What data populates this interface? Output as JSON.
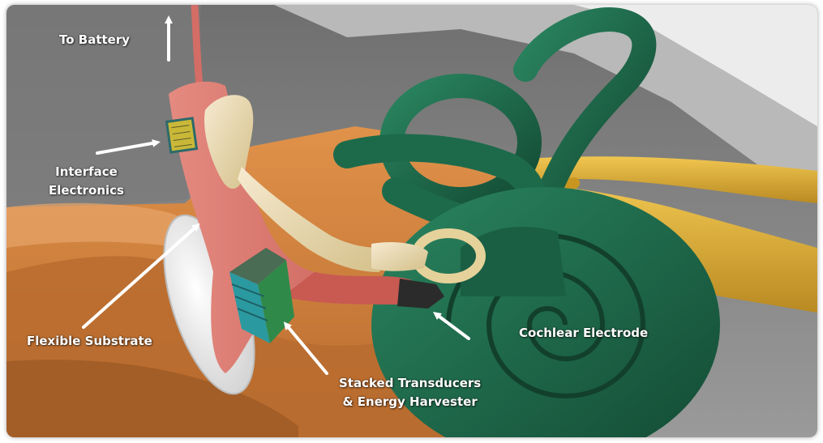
{
  "labels": {
    "to_battery": "To Battery",
    "interface_line1": "Interface",
    "interface_line2": "Electronics",
    "flexible_substrate": "Flexible Substrate",
    "cochlear_electrode": "Cochlear Electrode",
    "stacked_line1": "Stacked Transducers",
    "stacked_line2": "& Energy Harvester"
  },
  "colors": {
    "background_gray": "#8c8c8c",
    "tissue_orange": "#d68a45",
    "cochlea_green": "#1e6b4d",
    "nerve_gold": "#d9a93a",
    "ossicle_cream": "#ecdcaa",
    "substrate_pink": "#d9756c",
    "chip_yellow": "#c9b838",
    "transducer_teal": "#2a9aa0",
    "transducer_green": "#2f8a4a",
    "arrow_white": "#ffffff"
  }
}
